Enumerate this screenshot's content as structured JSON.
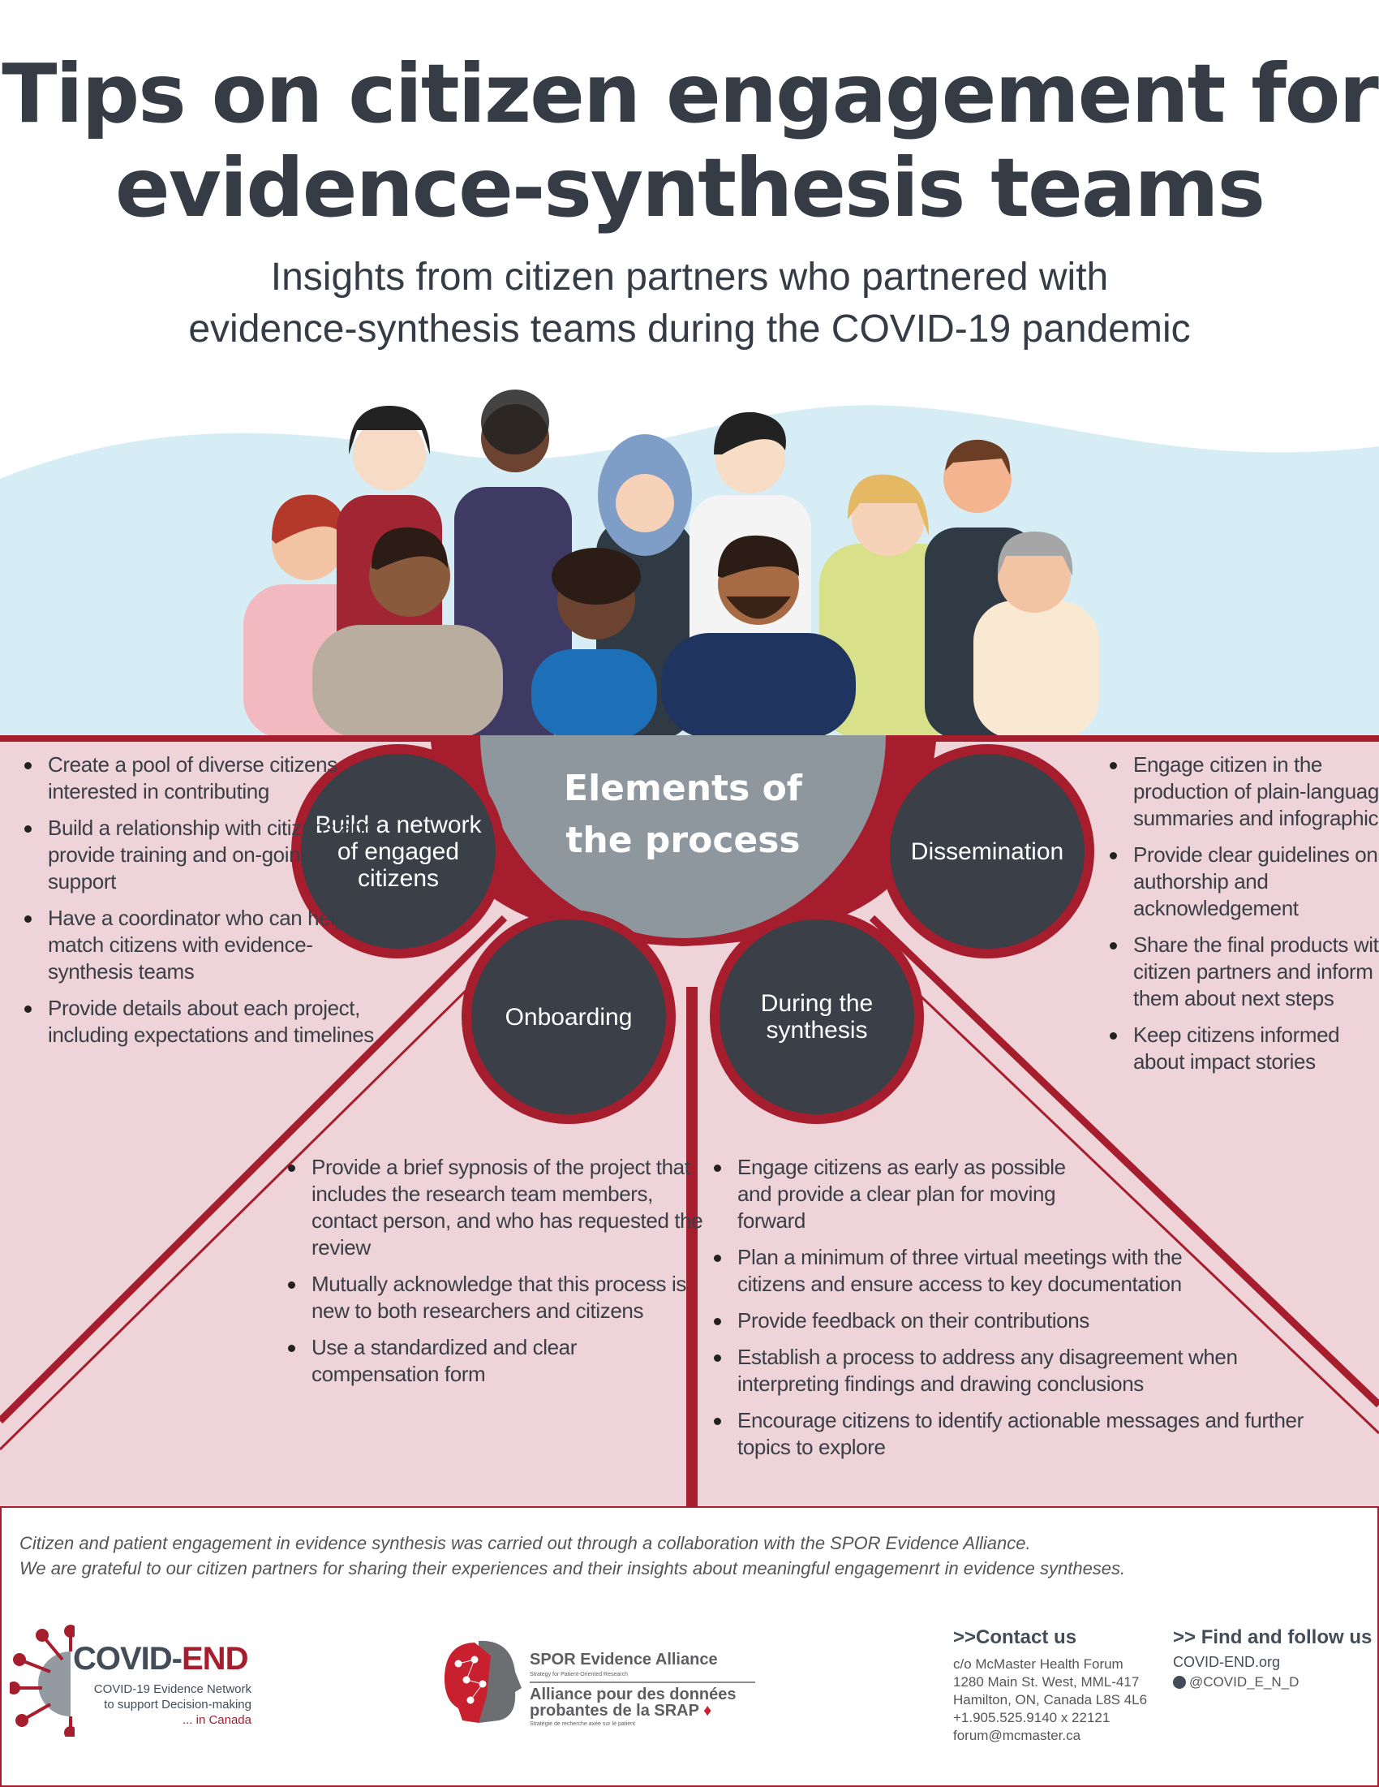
{
  "header": {
    "title_line1": "Tips on citizen engagement for",
    "title_line2": "evidence-synthesis teams",
    "subtitle_line1": "Insights from citizen partners who partnered with",
    "subtitle_line2": "evidence-synthesis teams during the COVID-19 pandemic"
  },
  "center": {
    "line1": "Elements of",
    "line2": "the process"
  },
  "stages": [
    {
      "label_lines": [
        "Build a network",
        "of engaged",
        "citizens"
      ],
      "tips": [
        "Create a pool of diverse citizens interested in contributing",
        "Build a relationship with citizens and provide training and on-going support",
        "Have a coordinator who can help to match citizens with evidence-synthesis teams",
        "Provide details about each project, including expectations and timelines"
      ]
    },
    {
      "label_lines": [
        "Onboarding"
      ],
      "tips": [
        "Provide a brief sypnosis of the project that includes the research team members, contact person, and who has requested the review",
        "Mutually acknowledge that this process is new to both researchers and citizens",
        "Use a standardized and clear compensation form"
      ]
    },
    {
      "label_lines": [
        "During the",
        "synthesis"
      ],
      "tips": [
        "Engage citizens as early as possible and provide a clear plan for moving forward",
        "Plan a minimum of three virtual meetings with the citizens and ensure access to key documentation",
        "Provide feedback on their contributions",
        "Establish a process to address any disagreement when interpreting findings and drawing conclusions",
        "Encourage citizens to identify actionable messages and further topics to explore"
      ]
    },
    {
      "label_lines": [
        "Dissemination"
      ],
      "tips": [
        "Engage citizen in the production of plain-language summaries and infographics",
        "Provide clear guidelines on authorship and acknowledgement",
        "Share the final products with citizen partners and inform them about next steps",
        "Keep citizens informed about impact stories"
      ]
    }
  ],
  "footer": {
    "ack_line1": "Citizen and patient engagement in evidence synthesis was carried out through a collaboration with the SPOR Evidence Alliance.",
    "ack_line2": "We are grateful to our citizen partners for sharing their experiences and their insights about meaningful engagemenrt in evidence syntheses.",
    "covid_end": {
      "name_a": "COVID-",
      "name_b": "END",
      "line1": "COVID-19 Evidence Network",
      "line2": "to support Decision-making",
      "line3": "... in Canada"
    },
    "spor": {
      "name": "SPOR Evidence Alliance",
      "sub": "Strategy for Patient-Oriented Research",
      "fr_line1": "Alliance pour des données",
      "fr_line2": "probantes de la SRAP",
      "fr_sub": "Stratégie de recherche axée sur le patient"
    },
    "contact": {
      "heading": ">>Contact us",
      "lines": [
        "c/o McMaster Health Forum",
        "1280 Main St. West, MML-417",
        "Hamilton, ON, Canada  L8S 4L6",
        "+1.905.525.9140 x 22121",
        "forum@mcmaster.ca"
      ]
    },
    "follow": {
      "heading": ">> Find and follow us",
      "website": "COVID-END.org",
      "twitter": "@COVID_E_N_D"
    }
  },
  "colors": {
    "accent_red": "#a61e2d",
    "panel_pink": "#eed3d8",
    "circle_dark": "#3a3f48",
    "center_gray": "#8e969e",
    "sky": "#d6edf5"
  }
}
